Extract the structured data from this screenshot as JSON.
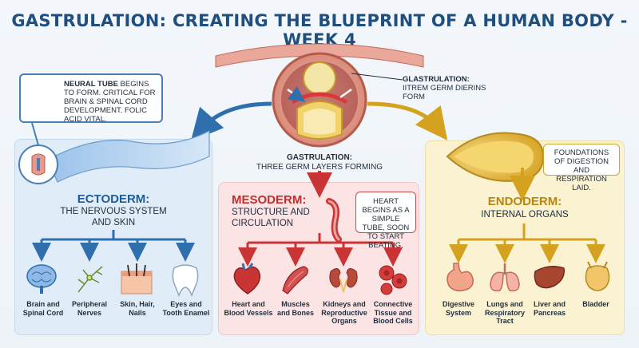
{
  "title": "GASTRULATION: CREATING THE BLUEPRINT OF A HUMAN BODY - WEEK 4",
  "top_label": {
    "bold": "GLASTRULATION:",
    "text": "IITREM GERM DIERINS FORM"
  },
  "mid_label": {
    "bold": "GASTRULATION:",
    "text": "THREE GERM LAYERS FORMING"
  },
  "neural_callout": {
    "bold": "NEURAL TUBE",
    "text": " BEGINS TO FORM. CRITICAL FOR BRAIN & SPINAL CORD DEVELOPMENT. FOLIC ACID VITAL."
  },
  "heart_callout": "HEART BEGINS AS A SIMPLE TUBE, SOON TO START BEATING.",
  "foundations_callout": "FOUNDATIONS OF DIGESTION AND RESPIRATION LAID.",
  "ectoderm": {
    "heading": "ECTODERM:",
    "sub1": "THE NERVOUS SYSTEM",
    "sub2": "AND SKIN",
    "items": [
      {
        "label1": "Brain and",
        "label2": "Spinal Cord",
        "icon": "brain-icon"
      },
      {
        "label1": "Peripheral",
        "label2": "Nerves",
        "icon": "nerve-icon"
      },
      {
        "label1": "Skin, Hair,",
        "label2": "Nails",
        "icon": "skin-icon"
      },
      {
        "label1": "Eyes and",
        "label2": "Tooth Enamel",
        "icon": "tooth-icon"
      }
    ]
  },
  "mesoderm": {
    "heading": "MESODERM:",
    "sub1": "STRUCTURE AND",
    "sub2": "CIRCULATION",
    "items": [
      {
        "label1": "Heart and",
        "label2": "Blood Vessels",
        "icon": "heart-icon"
      },
      {
        "label1": "Muscles",
        "label2": "and Bones",
        "icon": "muscle-icon"
      },
      {
        "label1": "Kidneys and",
        "label2": "Reproductive",
        "label3": "Organs",
        "icon": "kidney-icon"
      },
      {
        "label1": "Connective",
        "label2": "Tissue and",
        "label3": "Blood Cells",
        "icon": "blood-cells-icon"
      }
    ]
  },
  "endoderm": {
    "heading": "ENDODERM:",
    "sub1": "INTERNAL ORGANS",
    "items": [
      {
        "label1": "Digestive",
        "label2": "System",
        "icon": "stomach-icon"
      },
      {
        "label1": "Lungs and",
        "label2": "Respiratory",
        "label3": "Tract",
        "icon": "lungs-icon"
      },
      {
        "label1": "Liver and",
        "label2": "Pancreas",
        "icon": "liver-icon"
      },
      {
        "label1": "Bladder",
        "icon": "bladder-icon"
      }
    ]
  },
  "colors": {
    "title": "#1e4f7f",
    "ectoderm": "#2f6fae",
    "mesoderm": "#c93434",
    "endoderm": "#d4a21e"
  }
}
